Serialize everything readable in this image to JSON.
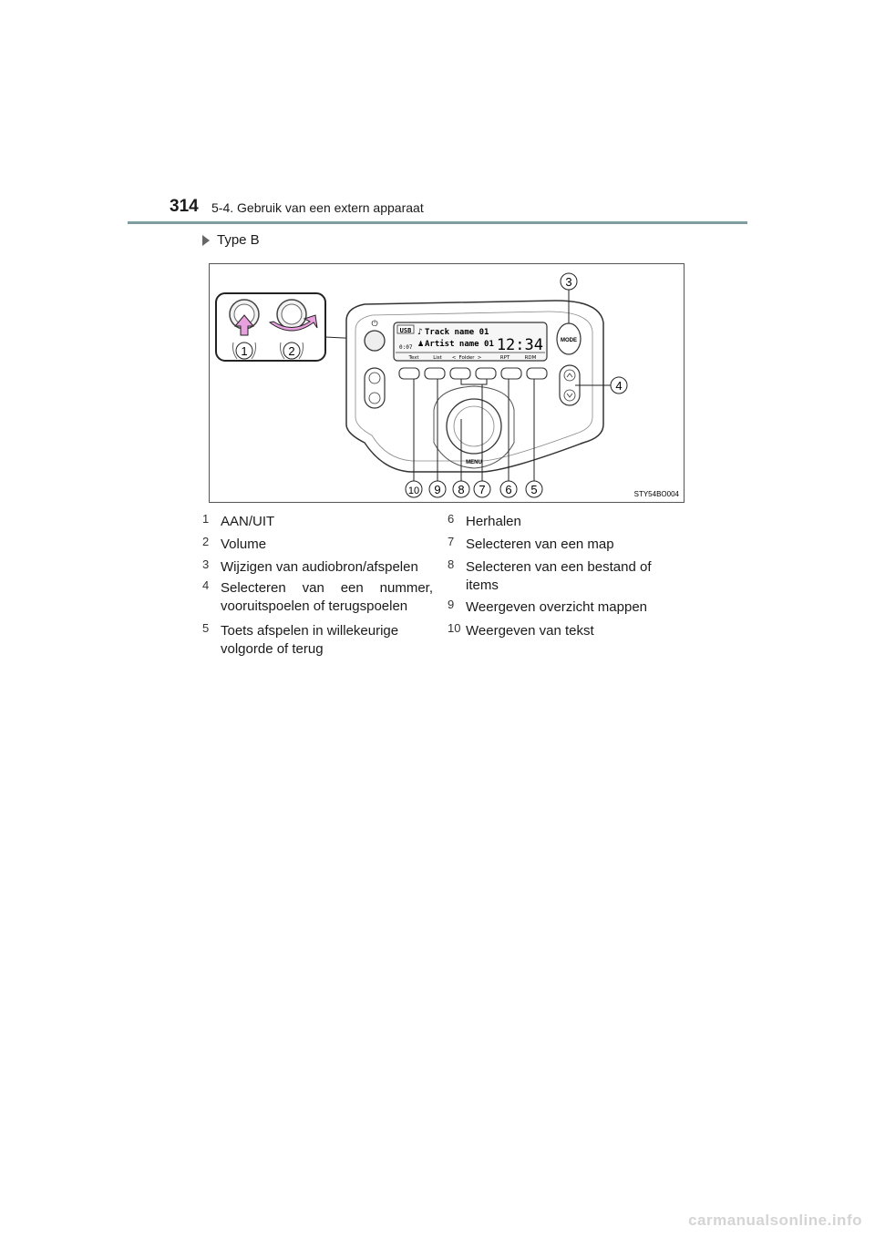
{
  "header": {
    "page_number": "314",
    "section_title": "5-4. Gebruik van een extern apparaat"
  },
  "type_label": "Type B",
  "figure": {
    "code": "STY54BO004",
    "display": {
      "source": "USB",
      "track": "Track name 01",
      "artist": "Artist name 01",
      "time": "12:34",
      "small_time": "0:07",
      "soft_keys": [
        "Text",
        "List",
        "<",
        "Folder",
        ">",
        "RPT",
        "RDM"
      ]
    },
    "mode_button_label": "MODE",
    "menu_label": "MENU",
    "callouts": [
      "1",
      "2",
      "3",
      "4",
      "5",
      "6",
      "7",
      "8",
      "9",
      "10"
    ]
  },
  "legend": {
    "left": [
      {
        "num": "1",
        "text": "AAN/UIT"
      },
      {
        "num": "2",
        "text": "Volume"
      },
      {
        "num": "3",
        "text": "Wijzigen van audiobron/afspelen"
      },
      {
        "num": "4",
        "text": "Selecteren van een nummer, vooruitspoelen of terugspoelen"
      },
      {
        "num": "5",
        "text": "Toets afspelen in willekeurige volgorde of terug"
      }
    ],
    "right": [
      {
        "num": "6",
        "text": "Herhalen"
      },
      {
        "num": "7",
        "text": "Selecteren van een map"
      },
      {
        "num": "8",
        "text": "Selecteren van een bestand of items"
      },
      {
        "num": "9",
        "text": "Weergeven overzicht mappen"
      },
      {
        "num": "10",
        "text": "Weergeven van tekst"
      }
    ]
  },
  "watermark": "carmanualsonline.info"
}
